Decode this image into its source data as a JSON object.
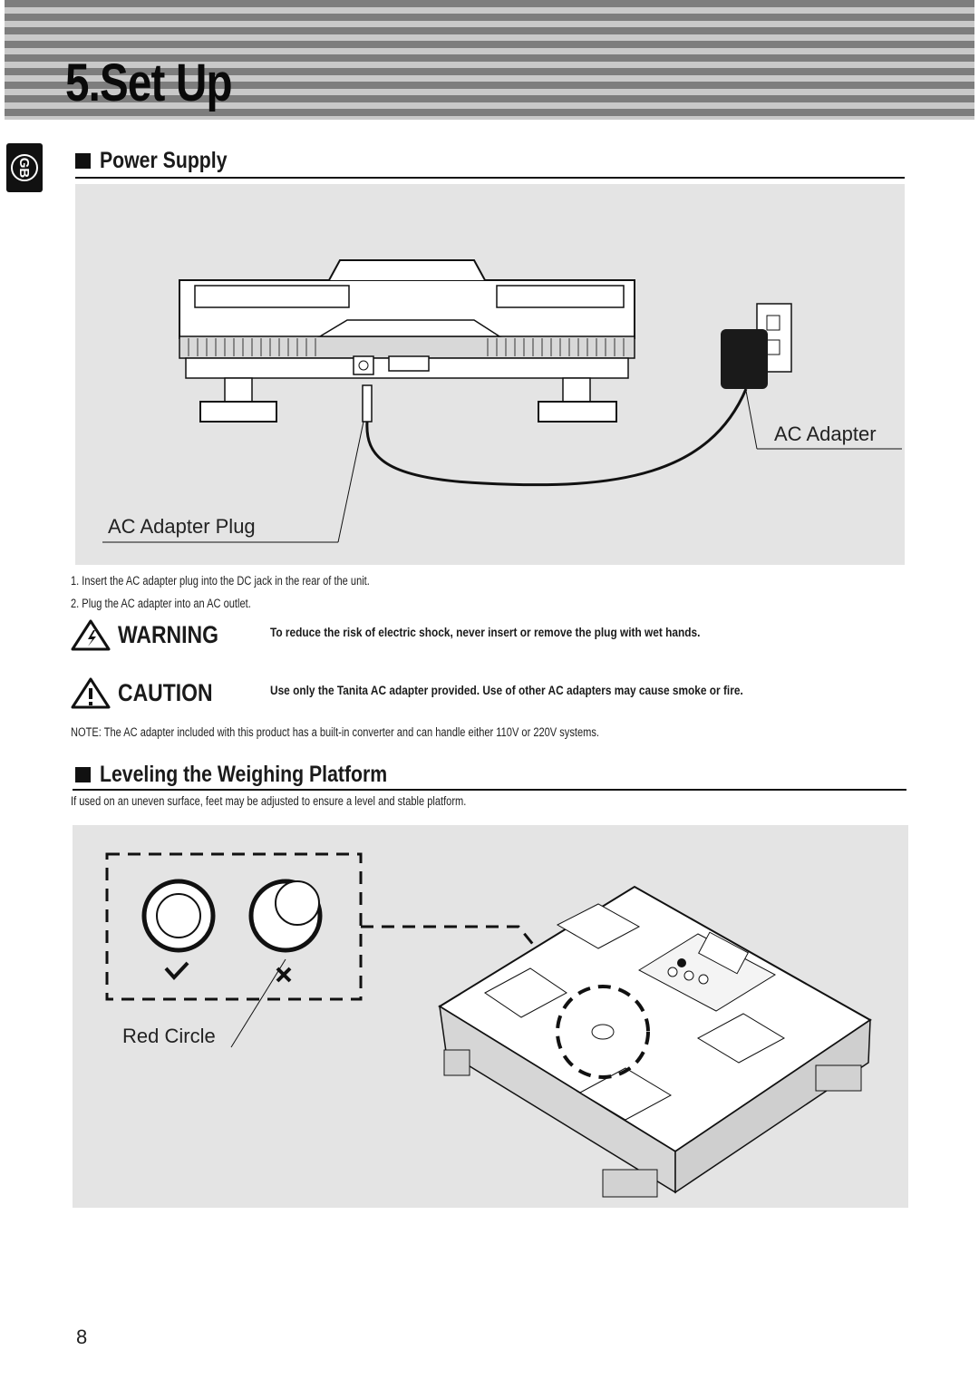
{
  "header": {
    "title": "5.Set Up"
  },
  "side_tab": {
    "label": "GB"
  },
  "power_supply": {
    "heading": "Power Supply",
    "figure_labels": {
      "adapter": "AC Adapter",
      "plug": "AC Adapter Plug"
    },
    "steps": [
      "1. Insert the AC adapter plug into the DC jack in the rear of the unit.",
      "2. Plug the AC adapter into an AC outlet."
    ],
    "warning": {
      "label": "WARNING",
      "message": "To reduce the risk of electric shock, never insert or remove the plug with wet hands."
    },
    "caution": {
      "label": "CAUTION",
      "message": "Use only the Tanita AC adapter provided. Use of other AC adapters may cause smoke or fire."
    },
    "note": "NOTE: The AC adapter included with this product has a built-in converter and can handle either 110V or 220V systems."
  },
  "leveling": {
    "heading": "Leveling the Weighing Platform",
    "description": "If used on an uneven surface, feet may be adjusted to ensure a level and stable platform.",
    "figure_labels": {
      "red_circle": "Red Circle"
    }
  },
  "footer": {
    "page_number": "8"
  }
}
